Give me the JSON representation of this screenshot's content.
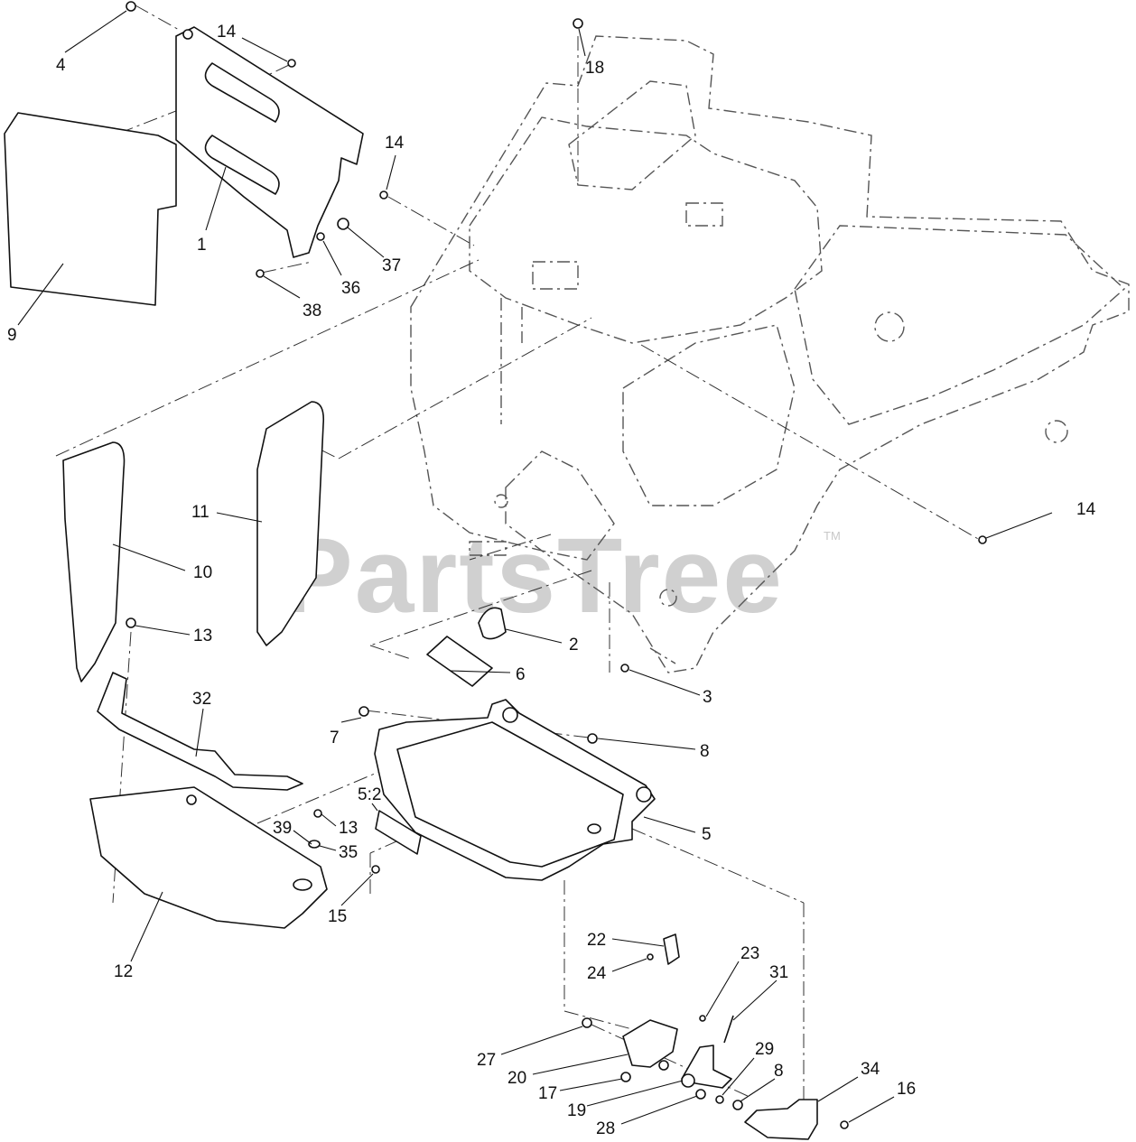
{
  "watermark": {
    "text": "PartsTree",
    "tm": "TM"
  },
  "callouts": [
    {
      "id": "c-4",
      "text": "4"
    },
    {
      "id": "c-14a",
      "text": "14"
    },
    {
      "id": "c-18",
      "text": "18"
    },
    {
      "id": "c-14b",
      "text": "14"
    },
    {
      "id": "c-1",
      "text": "1"
    },
    {
      "id": "c-37",
      "text": "37"
    },
    {
      "id": "c-36",
      "text": "36"
    },
    {
      "id": "c-38",
      "text": "38"
    },
    {
      "id": "c-9",
      "text": "9"
    },
    {
      "id": "c-14c",
      "text": "14"
    },
    {
      "id": "c-11",
      "text": "11"
    },
    {
      "id": "c-10",
      "text": "10"
    },
    {
      "id": "c-13a",
      "text": "13"
    },
    {
      "id": "c-2",
      "text": "2"
    },
    {
      "id": "c-6",
      "text": "6"
    },
    {
      "id": "c-3",
      "text": "3"
    },
    {
      "id": "c-32",
      "text": "32"
    },
    {
      "id": "c-7",
      "text": "7"
    },
    {
      "id": "c-8a",
      "text": "8"
    },
    {
      "id": "c-52",
      "text": "5:2"
    },
    {
      "id": "c-5",
      "text": "5"
    },
    {
      "id": "c-39",
      "text": "39"
    },
    {
      "id": "c-13b",
      "text": "13"
    },
    {
      "id": "c-35",
      "text": "35"
    },
    {
      "id": "c-15",
      "text": "15"
    },
    {
      "id": "c-12",
      "text": "12"
    },
    {
      "id": "c-22",
      "text": "22"
    },
    {
      "id": "c-24",
      "text": "24"
    },
    {
      "id": "c-23",
      "text": "23"
    },
    {
      "id": "c-31",
      "text": "31"
    },
    {
      "id": "c-27",
      "text": "27"
    },
    {
      "id": "c-20",
      "text": "20"
    },
    {
      "id": "c-29",
      "text": "29"
    },
    {
      "id": "c-8b",
      "text": "8"
    },
    {
      "id": "c-34",
      "text": "34"
    },
    {
      "id": "c-16",
      "text": "16"
    },
    {
      "id": "c-17",
      "text": "17"
    },
    {
      "id": "c-19",
      "text": "19"
    },
    {
      "id": "c-28",
      "text": "28"
    }
  ]
}
